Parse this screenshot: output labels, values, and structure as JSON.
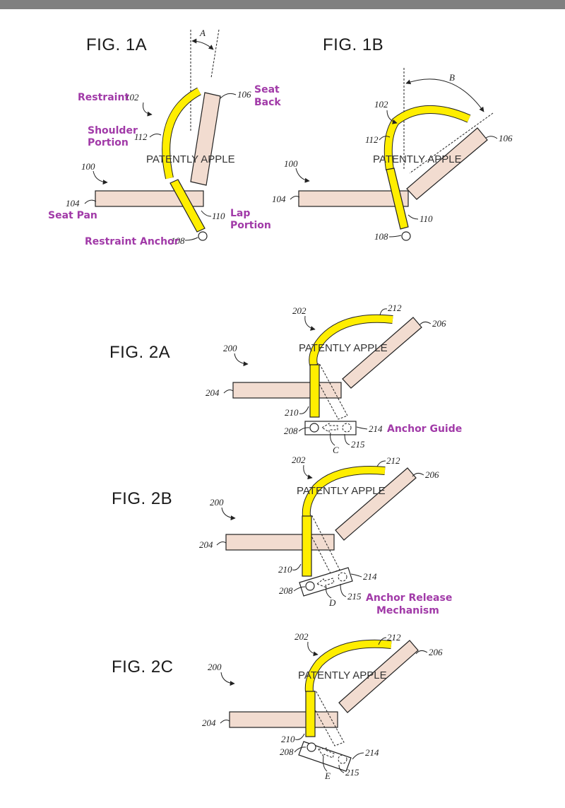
{
  "colors": {
    "restraint": "#ffee00",
    "seat": "#f2dcd0",
    "annotation": "#a13aa8",
    "topbar": "#808080"
  },
  "watermark": "PATENTLY APPLE",
  "fig1a": {
    "title": "FIG. 1A",
    "angle": "A",
    "num_restraint": "102",
    "num_seatback": "106",
    "num_shoulder": "112",
    "num_system": "100",
    "num_seatpan": "104",
    "num_lap": "110",
    "num_anchor": "108",
    "label_restraint": "Restraint",
    "label_seat_back_1": "Seat",
    "label_seat_back_2": "Back",
    "label_shoulder_1": "Shoulder",
    "label_shoulder_2": "Portion",
    "label_seat_pan": "Seat Pan",
    "label_lap_1": "Lap",
    "label_lap_2": "Portion",
    "label_anchor": "Restraint Anchor"
  },
  "fig1b": {
    "title": "FIG. 1B",
    "angle": "B",
    "num_restraint": "102",
    "num_shoulder": "112",
    "num_seatback": "106",
    "num_system": "100",
    "num_seatpan": "104",
    "num_lap": "110",
    "num_anchor": "108"
  },
  "fig2a": {
    "title": "FIG. 2A",
    "num_restraint": "202",
    "num_shoulder": "212",
    "num_seatback": "206",
    "num_system": "200",
    "num_seatpan": "204",
    "num_lap": "210",
    "num_anchor": "208",
    "num_guide": "214",
    "label_guide": "Anchor Guide",
    "num_release": "215",
    "motion": "C"
  },
  "fig2b": {
    "title": "FIG. 2B",
    "num_restraint": "202",
    "num_shoulder": "212",
    "num_seatback": "206",
    "num_system": "200",
    "num_seatpan": "204",
    "num_lap": "210",
    "num_guide": "214",
    "num_anchor": "208",
    "num_release": "215",
    "label_release_1": "Anchor Release",
    "label_release_2": "Mechanism",
    "motion": "D"
  },
  "fig2c": {
    "title": "FIG. 2C",
    "num_restraint": "202",
    "num_shoulder": "212",
    "num_seatback": "206",
    "num_system": "200",
    "num_seatpan": "204",
    "num_lap": "210",
    "num_anchor": "208",
    "num_guide": "214",
    "num_release": "215",
    "motion": "E"
  }
}
